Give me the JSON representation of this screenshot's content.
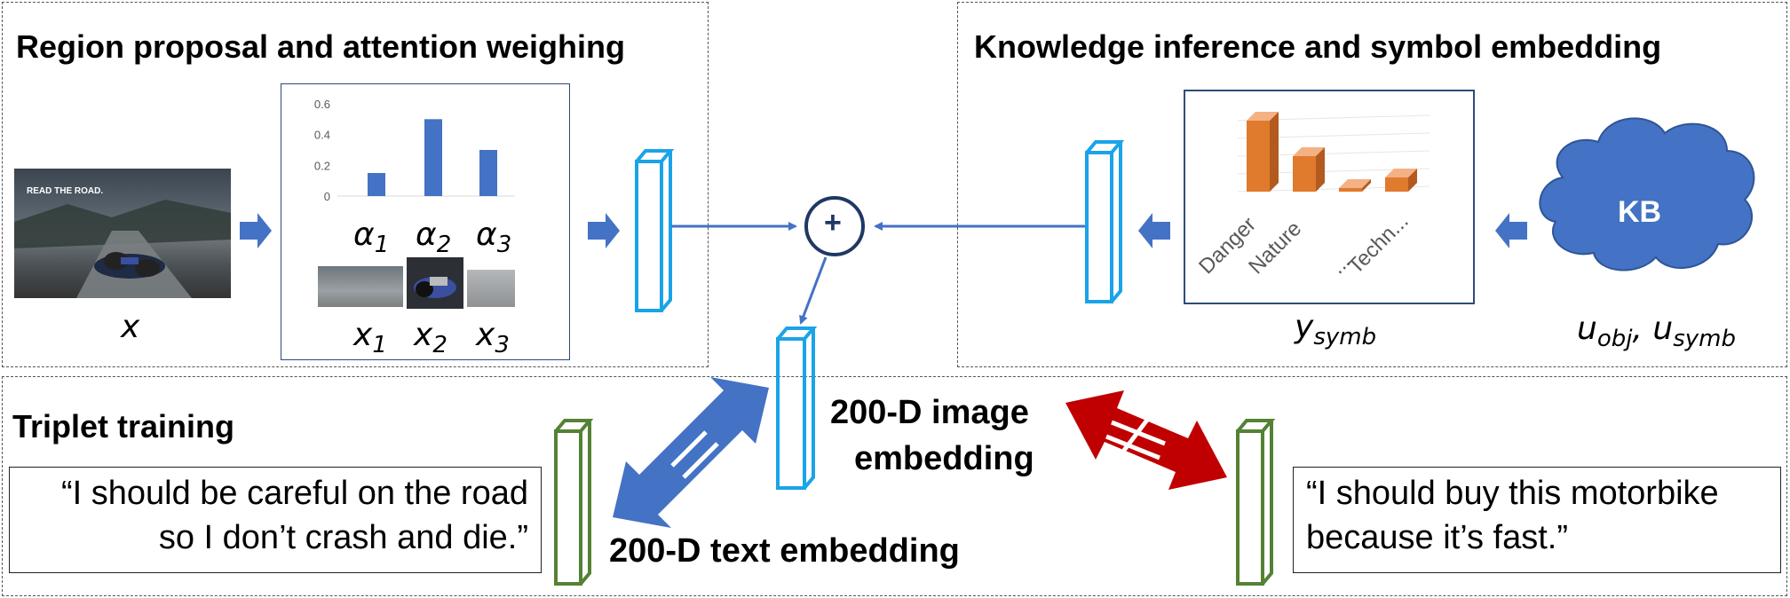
{
  "sections": {
    "region": "Region proposal and attention weighing",
    "knowledge": "Knowledge inference and symbol embedding",
    "triplet": "Triplet training"
  },
  "colors": {
    "blue_arrow": "#4472c4",
    "cyan_vector": "#1aa3e8",
    "green_vector": "#548235",
    "red_arrow": "#c00000",
    "orange_bar": "#e07a2c"
  },
  "attention_chart": {
    "type": "bar",
    "y_ticks": [
      "0.6",
      "0.4",
      "0.2",
      "0"
    ],
    "values": [
      0.15,
      0.5,
      0.3
    ],
    "ylim": [
      0,
      0.6
    ],
    "bar_labels": [
      "α",
      "α",
      "α"
    ],
    "bar_subs": [
      "1",
      "2",
      "3"
    ]
  },
  "region_labels": {
    "image_var": "x",
    "crops": [
      "x",
      "x",
      "x"
    ],
    "crop_subs": [
      "1",
      "2",
      "3"
    ]
  },
  "ad_image": {
    "headline": "READ THE ROAD."
  },
  "symbol_chart": {
    "type": "bar3d",
    "categories": [
      "Danger",
      "Nature",
      "...",
      "Techn..."
    ],
    "values": [
      1.0,
      0.5,
      0.05,
      0.2
    ]
  },
  "knowledge_labels": {
    "kb": "KB",
    "y_main": "y",
    "y_sub": "symb",
    "u1_main": "u",
    "u1_sub": "obj",
    "u2_main": "u",
    "u2_sub": "symb"
  },
  "plus_symbol": "+",
  "image_embedding_line1": "200-D image",
  "image_embedding_line2": "embedding",
  "text_embedding": "200-D text embedding",
  "quote_positive_line1": "“I should be careful on the road",
  "quote_positive_line2": "so I don’t crash and die.”",
  "quote_negative_line1": "“I should buy this motorbike",
  "quote_negative_line2": "because it’s fast.”",
  "equal_symbol": "=",
  "not_equal_symbol": "≠"
}
